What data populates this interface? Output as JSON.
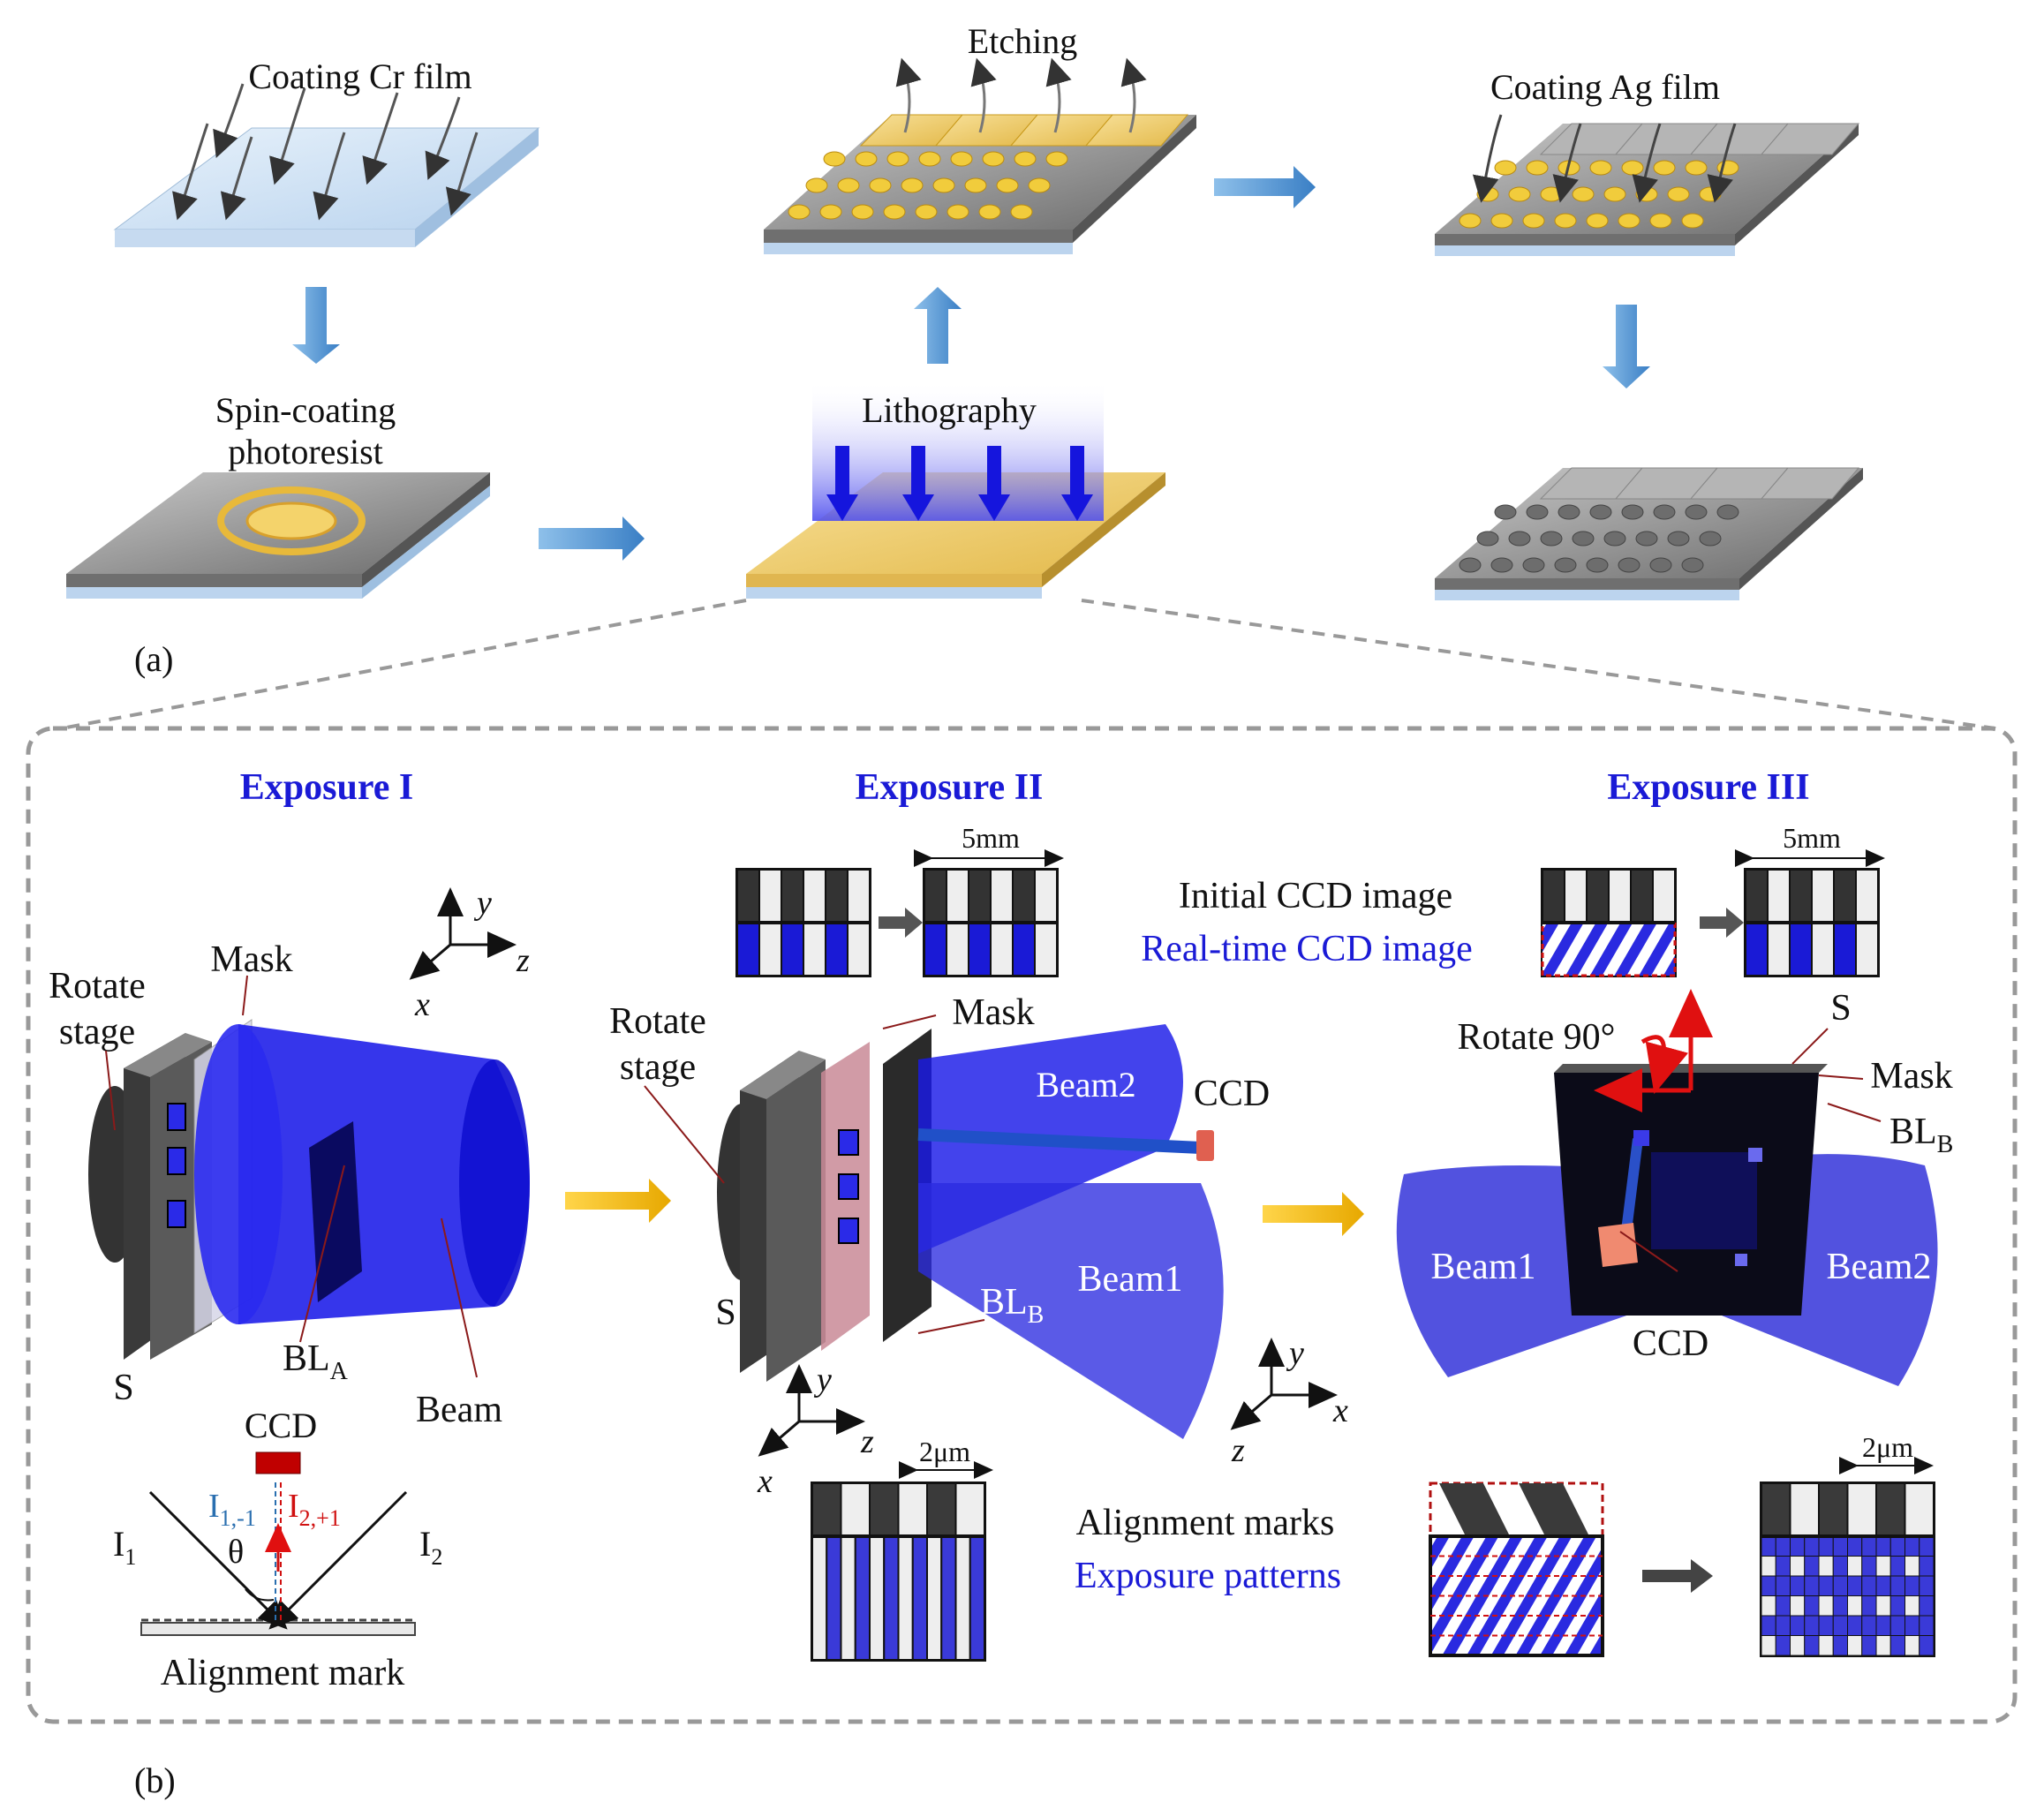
{
  "panel_a": {
    "label": "(a)",
    "coating_cr": "Coating Cr film",
    "spin_coating_line1": "Spin-coating",
    "spin_coating_line2": "photoresist",
    "lithography": "Lithography",
    "etching": "Etching",
    "coating_ag": "Coating Ag film"
  },
  "panel_b": {
    "label": "(b)",
    "exp1": {
      "title": "Exposure I",
      "rotate_line1": "Rotate",
      "rotate_line2": "stage",
      "mask": "Mask",
      "s": "S",
      "bl": "BL",
      "bl_sub": "A",
      "beam": "Beam",
      "ccd": "CCD",
      "i1": "I",
      "i1_sub": "1",
      "i2": "I",
      "i2_sub": "2",
      "i1m1": "I",
      "i1m1_sub": "1,-1",
      "i2p1": "I",
      "i2p1_sub": "2,+1",
      "theta": "θ",
      "alignment_mark": "Alignment mark",
      "axis_x": "x",
      "axis_y": "y",
      "axis_z": "z"
    },
    "exp2": {
      "title": "Exposure II",
      "scale": "5mm",
      "rotate_line1": "Rotate",
      "rotate_line2": "stage",
      "mask": "Mask",
      "beam2": "Beam2",
      "ccd": "CCD",
      "beam1": "Beam1",
      "s": "S",
      "bl": "BL",
      "bl_sub": "B",
      "micro_scale": "2μm",
      "axis_x": "x",
      "axis_y": "y",
      "axis_z": "z"
    },
    "legend": {
      "initial_ccd": "Initial CCD image",
      "realtime_ccd": "Real-time CCD image",
      "alignment_marks": "Alignment marks",
      "exposure_patterns": "Exposure patterns"
    },
    "exp3": {
      "title": "Exposure III",
      "scale": "5mm",
      "rotate": "Rotate 90°",
      "s": "S",
      "mask": "Mask",
      "bl": "BL",
      "bl_sub": "B",
      "beam1": "Beam1",
      "beam2": "Beam2",
      "ccd": "CCD",
      "micro_scale": "2μm",
      "axis_x": "x",
      "axis_y": "y",
      "axis_z": "z"
    }
  },
  "colors": {
    "exposure_blue": "#1a1ad6",
    "arrow_blue": "#5b9bd5",
    "gold": "#f0c040",
    "red": "#d01010"
  }
}
